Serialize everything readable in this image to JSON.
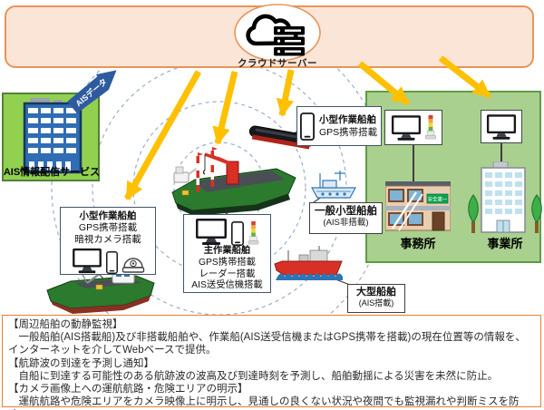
{
  "banner": {
    "cloud_label": "クラウドサーバー"
  },
  "ais_service": {
    "flow_label": "AISデータ",
    "label": "AIS情報配信サービス"
  },
  "vessel_boxes": {
    "left_workboat": {
      "line1": "小型作業船舶",
      "line2": "GPS携帯搭載",
      "line3": "暗視カメラ搭載"
    },
    "main_workboat": {
      "line1": "主作業船舶",
      "line2": "GPS携帯搭載",
      "line3": "レーダー搭載",
      "line4": "AIS送受信機搭載"
    },
    "top_workboat": {
      "line1": "小型作業船舶",
      "line2": "GPS携帯搭載"
    },
    "general_vessel": {
      "line1": "一般小型船舶",
      "line2": "(AIS非搭載)"
    },
    "large_vessel": {
      "line1": "大型船舶",
      "line2": "(AIS搭載)"
    }
  },
  "offices": {
    "site_label": "事務所",
    "business_label": "事業所",
    "sign": "安全第一"
  },
  "descriptions": [
    {
      "heading": "【周辺船舶の動静監視】",
      "body": "　一般船舶(AIS搭載船)及び非搭載船舶や、作業船(AIS送受信機またはGPS携帯を搭載)の現在位置等の情報を、インターネットを介してWebベースで提供。"
    },
    {
      "heading": "【航跡波の到達を予測し通知】",
      "body": "　自船に到達する可能性のある航跡波の波高及び到達時刻を予測し、船舶動揺による災害を未然に防止。"
    },
    {
      "heading": "【カメラ画像上への運航航路・危険エリアの明示】",
      "body": "　運航航路や危険エリアをカメラ映像上に明示し、見通しの良くない状況や夜間でも監視漏れや判断ミスを防ぐ。"
    }
  ],
  "colors": {
    "accent_orange": "#ed7d31",
    "arrow_yellow": "#ffc000",
    "data_arrow_blue": "#2e5b9f",
    "green_left": "#92d050",
    "green_right": "#a9d08e"
  }
}
